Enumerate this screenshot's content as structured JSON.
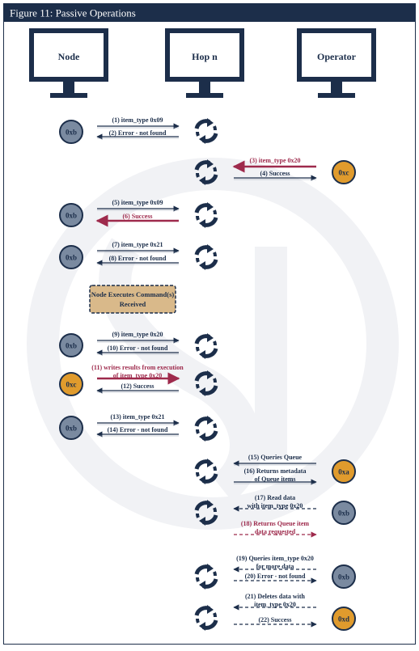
{
  "figure_title": "Figure 11: Passive Operations",
  "colors": {
    "navy": "#1c2e4a",
    "crimson": "#9e2a4c",
    "gray_badge": "#7a8aa0",
    "orange_badge": "#e09b2d",
    "note_fill": "#d9b98a",
    "watermark": "#f1f2f5"
  },
  "icons": {
    "monitor": "monitor-icon",
    "hop": "circular-arrows-icon"
  },
  "computers": [
    {
      "label": "Node"
    },
    {
      "label": "Hop n"
    },
    {
      "label": "Operator"
    }
  ],
  "note": {
    "line1": "Node Executes Command(s)",
    "line2": "Received"
  },
  "steps": [
    {
      "id": "1",
      "lines": [
        "(1) item_type 0x09"
      ],
      "dir": "right",
      "style": "solid",
      "color": "navy"
    },
    {
      "id": "2",
      "lines": [
        "(2) Error - not found"
      ],
      "dir": "left",
      "style": "solid",
      "color": "navy"
    },
    {
      "id": "3",
      "lines": [
        "(3) item_type 0x20"
      ],
      "dir": "left",
      "style": "solid",
      "color": "crimson"
    },
    {
      "id": "4",
      "lines": [
        "(4) Success"
      ],
      "dir": "right",
      "style": "solid",
      "color": "navy"
    },
    {
      "id": "5",
      "lines": [
        "(5) item_type 0x09"
      ],
      "dir": "right",
      "style": "solid",
      "color": "navy"
    },
    {
      "id": "6",
      "lines": [
        "(6) Success"
      ],
      "dir": "left",
      "style": "solid",
      "color": "crimson"
    },
    {
      "id": "7",
      "lines": [
        "(7) item_type 0x21"
      ],
      "dir": "right",
      "style": "solid",
      "color": "navy"
    },
    {
      "id": "8",
      "lines": [
        "(8) Error - not found"
      ],
      "dir": "left",
      "style": "solid",
      "color": "navy"
    },
    {
      "id": "9",
      "lines": [
        "(9) item_type 0x20"
      ],
      "dir": "right",
      "style": "solid",
      "color": "navy"
    },
    {
      "id": "10",
      "lines": [
        "(10) Error - not found"
      ],
      "dir": "left",
      "style": "solid",
      "color": "navy"
    },
    {
      "id": "11",
      "lines": [
        "(11) writes results from execution",
        "of item_type 0x20"
      ],
      "dir": "right",
      "style": "solid",
      "color": "crimson"
    },
    {
      "id": "12",
      "lines": [
        "(12) Success"
      ],
      "dir": "left",
      "style": "solid",
      "color": "navy"
    },
    {
      "id": "13",
      "lines": [
        "(13) item_type 0x21"
      ],
      "dir": "right",
      "style": "solid",
      "color": "navy"
    },
    {
      "id": "14",
      "lines": [
        "(14) Error - not found"
      ],
      "dir": "left",
      "style": "solid",
      "color": "navy"
    },
    {
      "id": "15",
      "lines": [
        "(15) Queries Queue"
      ],
      "dir": "left",
      "style": "solid",
      "color": "navy"
    },
    {
      "id": "16",
      "lines": [
        "(16) Returns metadata",
        "of Queue items"
      ],
      "dir": "right",
      "style": "solid",
      "color": "navy"
    },
    {
      "id": "17",
      "lines": [
        "(17) Read data",
        "with item_type 0x20"
      ],
      "dir": "left",
      "style": "dashed",
      "color": "navy"
    },
    {
      "id": "18",
      "lines": [
        "(18) Returns Queue item",
        "data requested"
      ],
      "dir": "right",
      "style": "dashed",
      "color": "crimson"
    },
    {
      "id": "19",
      "lines": [
        "(19) Queries item_type 0x20",
        "for more data"
      ],
      "dir": "left",
      "style": "dashed",
      "color": "navy"
    },
    {
      "id": "20",
      "lines": [
        "(20) Error - not found"
      ],
      "dir": "right",
      "style": "dashed",
      "color": "navy"
    },
    {
      "id": "21",
      "lines": [
        "(21) Deletes data with",
        "item_type 0x20"
      ],
      "dir": "left",
      "style": "dashed",
      "color": "navy"
    },
    {
      "id": "22",
      "lines": [
        "(22) Success"
      ],
      "dir": "right",
      "style": "dashed",
      "color": "navy"
    }
  ],
  "badges": [
    {
      "id": "b1",
      "label": "0xb",
      "color": "gray"
    },
    {
      "id": "b2",
      "label": "0xc",
      "color": "orange"
    },
    {
      "id": "b3",
      "label": "0xb",
      "color": "gray"
    },
    {
      "id": "b4",
      "label": "0xb",
      "color": "gray"
    },
    {
      "id": "b5",
      "label": "0xb",
      "color": "gray"
    },
    {
      "id": "b6",
      "label": "0xc",
      "color": "orange"
    },
    {
      "id": "b7",
      "label": "0xb",
      "color": "gray"
    },
    {
      "id": "b8",
      "label": "0xa",
      "color": "orange"
    },
    {
      "id": "b9",
      "label": "0xb",
      "color": "gray"
    },
    {
      "id": "b10",
      "label": "0xb",
      "color": "gray"
    },
    {
      "id": "b11",
      "label": "0xd",
      "color": "orange"
    }
  ]
}
